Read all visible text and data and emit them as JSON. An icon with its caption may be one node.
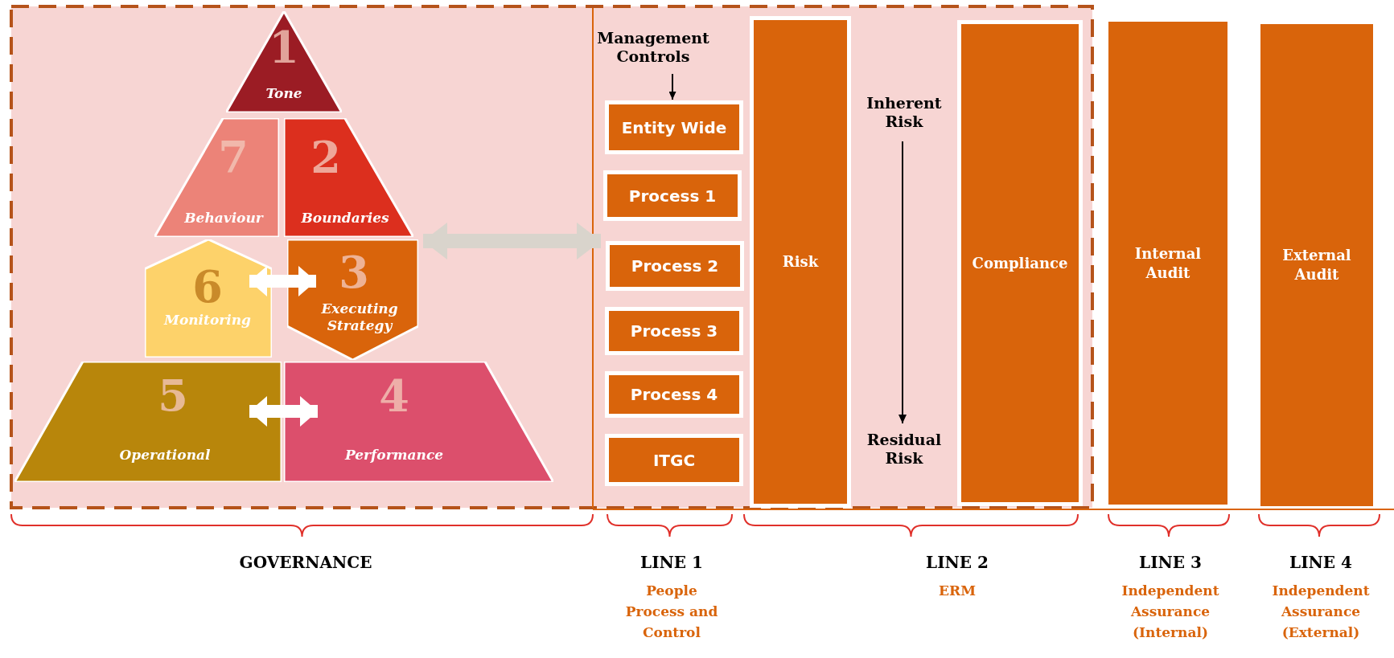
{
  "diagram": {
    "nodes": [
      {
        "text": [
          "1",
          "Tone"
        ]
      },
      {
        "text": [
          "7",
          "Behaviour"
        ]
      },
      {
        "text": [
          "2",
          "Boundaries"
        ]
      },
      {
        "text": [
          "6",
          "Monitoring"
        ]
      },
      {
        "text": [
          "3",
          "Executing Strategy"
        ]
      },
      {
        "text": [
          "5",
          "Operational"
        ]
      },
      {
        "text": [
          "4",
          "Performance"
        ]
      },
      {
        "text": [
          "Management Controls"
        ]
      },
      {
        "text": [
          "Entity Wide"
        ]
      },
      {
        "text": [
          "Process 1"
        ]
      },
      {
        "text": [
          "Process 2"
        ]
      },
      {
        "text": [
          "Process 3"
        ]
      },
      {
        "text": [
          "Process 4"
        ]
      },
      {
        "text": [
          "ITGC"
        ]
      },
      {
        "text": [
          "Risk"
        ]
      },
      {
        "text": [
          "Inherent Risk"
        ]
      },
      {
        "text": [
          "Residual Risk"
        ]
      },
      {
        "text": [
          "Compliance"
        ]
      },
      {
        "text": [
          "Internal Audit"
        ]
      },
      {
        "text": [
          "External Audit"
        ]
      }
    ],
    "edges": [
      {
        "from": 2,
        "to": 10,
        "arrow": "both",
        "color": "#d9d4cc"
      },
      {
        "from": 3,
        "to": 4,
        "arrow": "both",
        "color": "#ffffff"
      },
      {
        "from": 5,
        "to": 6,
        "arrow": "both",
        "color": "#ffffff"
      },
      {
        "from": 7,
        "to": 8,
        "arrow": "to",
        "color": "#000000"
      },
      {
        "from": 15,
        "to": 16,
        "arrow": "to",
        "color": "#000000"
      }
    ],
    "labels": [
      "GOVERNANCE",
      "LINE 1",
      "People Process and Control",
      "LINE 2",
      "ERM",
      "LINE 3",
      "Independent Assurance (Internal)",
      "LINE 4",
      "Independent Assurance (External)"
    ]
  }
}
